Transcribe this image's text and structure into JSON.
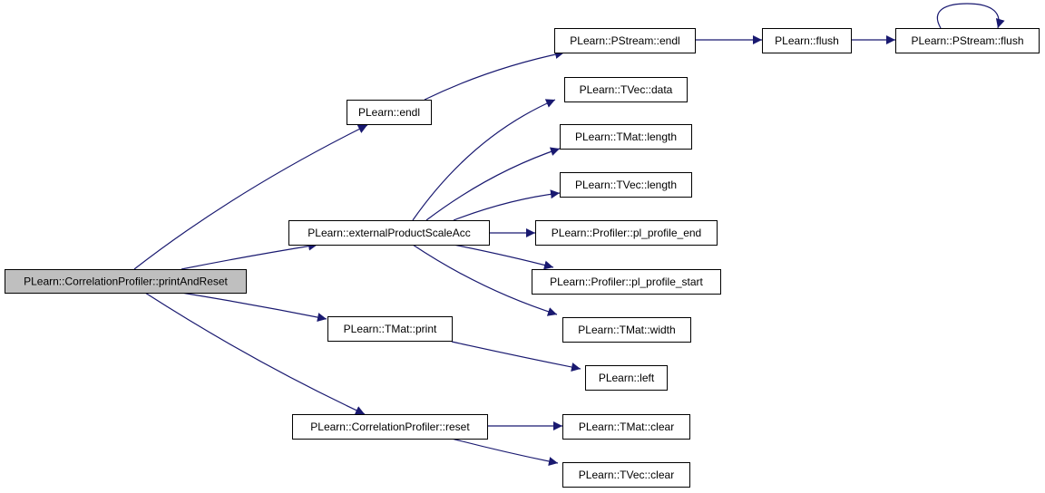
{
  "colors": {
    "edge": "#191970",
    "root_fill": "#bfbfbf",
    "node_fill": "#ffffff",
    "node_border": "#000000"
  },
  "nodes": [
    {
      "id": "root",
      "label": "PLearn::CorrelationProfiler::printAndReset"
    },
    {
      "id": "endl",
      "label": "PLearn::endl"
    },
    {
      "id": "extprod",
      "label": "PLearn::externalProductScaleAcc"
    },
    {
      "id": "tmatprint",
      "label": "PLearn::TMat::print"
    },
    {
      "id": "reset",
      "label": "PLearn::CorrelationProfiler::reset"
    },
    {
      "id": "pstreamendl",
      "label": "PLearn::PStream::endl"
    },
    {
      "id": "flush",
      "label": "PLearn::flush"
    },
    {
      "id": "pstreamflush",
      "label": "PLearn::PStream::flush"
    },
    {
      "id": "tvecdata",
      "label": "PLearn::TVec::data"
    },
    {
      "id": "tmatlength",
      "label": "PLearn::TMat::length"
    },
    {
      "id": "tveclength",
      "label": "PLearn::TVec::length"
    },
    {
      "id": "profend",
      "label": "PLearn::Profiler::pl_profile_end"
    },
    {
      "id": "profstart",
      "label": "PLearn::Profiler::pl_profile_start"
    },
    {
      "id": "tmatwidth",
      "label": "PLearn::TMat::width"
    },
    {
      "id": "left",
      "label": "PLearn::left"
    },
    {
      "id": "tmatclear",
      "label": "PLearn::TMat::clear"
    },
    {
      "id": "tvecclear",
      "label": "PLearn::TVec::clear"
    }
  ],
  "edges": [
    {
      "from": "root",
      "to": "endl"
    },
    {
      "from": "root",
      "to": "extprod"
    },
    {
      "from": "root",
      "to": "tmatprint"
    },
    {
      "from": "root",
      "to": "reset"
    },
    {
      "from": "endl",
      "to": "pstreamendl"
    },
    {
      "from": "pstreamendl",
      "to": "flush"
    },
    {
      "from": "flush",
      "to": "pstreamflush"
    },
    {
      "from": "pstreamflush",
      "to": "pstreamflush"
    },
    {
      "from": "extprod",
      "to": "tvecdata"
    },
    {
      "from": "extprod",
      "to": "tmatlength"
    },
    {
      "from": "extprod",
      "to": "tveclength"
    },
    {
      "from": "extprod",
      "to": "profend"
    },
    {
      "from": "extprod",
      "to": "profstart"
    },
    {
      "from": "extprod",
      "to": "tmatwidth"
    },
    {
      "from": "tmatprint",
      "to": "left"
    },
    {
      "from": "reset",
      "to": "tmatclear"
    },
    {
      "from": "reset",
      "to": "tvecclear"
    }
  ]
}
